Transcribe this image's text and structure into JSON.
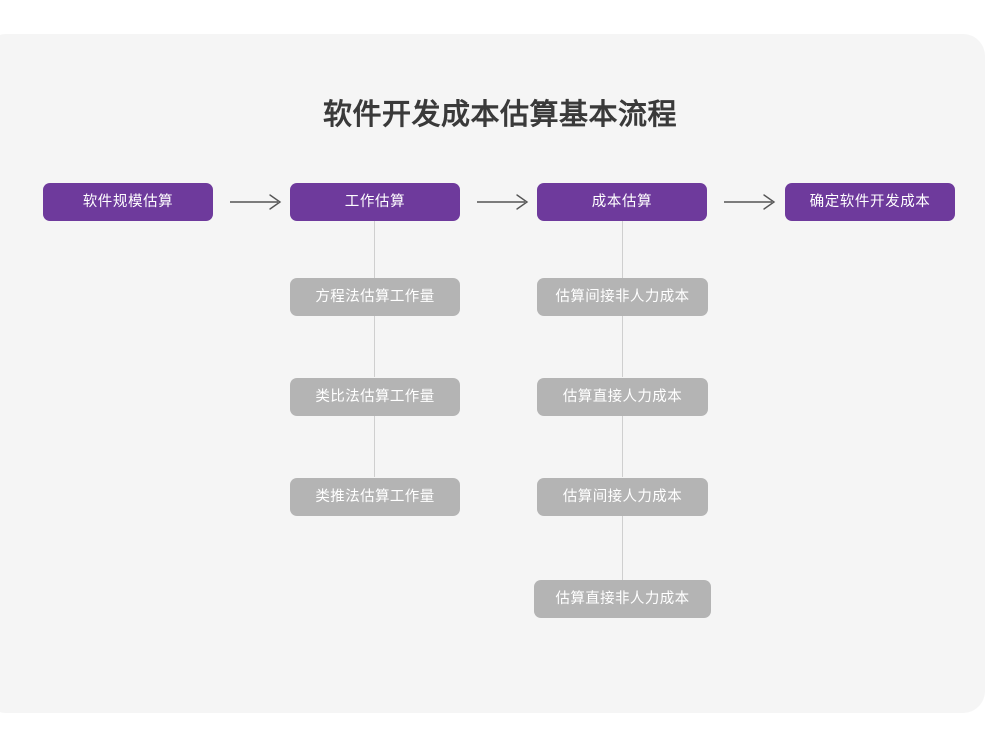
{
  "diagram": {
    "title": "软件开发成本估算基本流程",
    "background_color": "#f5f5f5",
    "primary_color": "#6E3A9C",
    "secondary_color": "#b4b4b4",
    "title_color": "#3a3a3a",
    "connector_color": "#cfcfcf"
  },
  "main_flow": {
    "steps": [
      {
        "label": "软件规模估算"
      },
      {
        "label": "工作估算"
      },
      {
        "label": "成本估算"
      },
      {
        "label": "确定软件开发成本"
      }
    ],
    "connector_icon": "arrow-right-icon",
    "arrow_count": 3
  },
  "branches": [
    {
      "parent": "工作估算",
      "items": [
        {
          "label": "方程法估算工作量"
        },
        {
          "label": "类比法估算工作量"
        },
        {
          "label": "类推法估算工作量"
        }
      ]
    },
    {
      "parent": "成本估算",
      "items": [
        {
          "label": "估算间接非人力成本"
        },
        {
          "label": "估算直接人力成本"
        },
        {
          "label": "估算间接人力成本"
        },
        {
          "label": "估算直接非人力成本"
        }
      ]
    }
  ]
}
